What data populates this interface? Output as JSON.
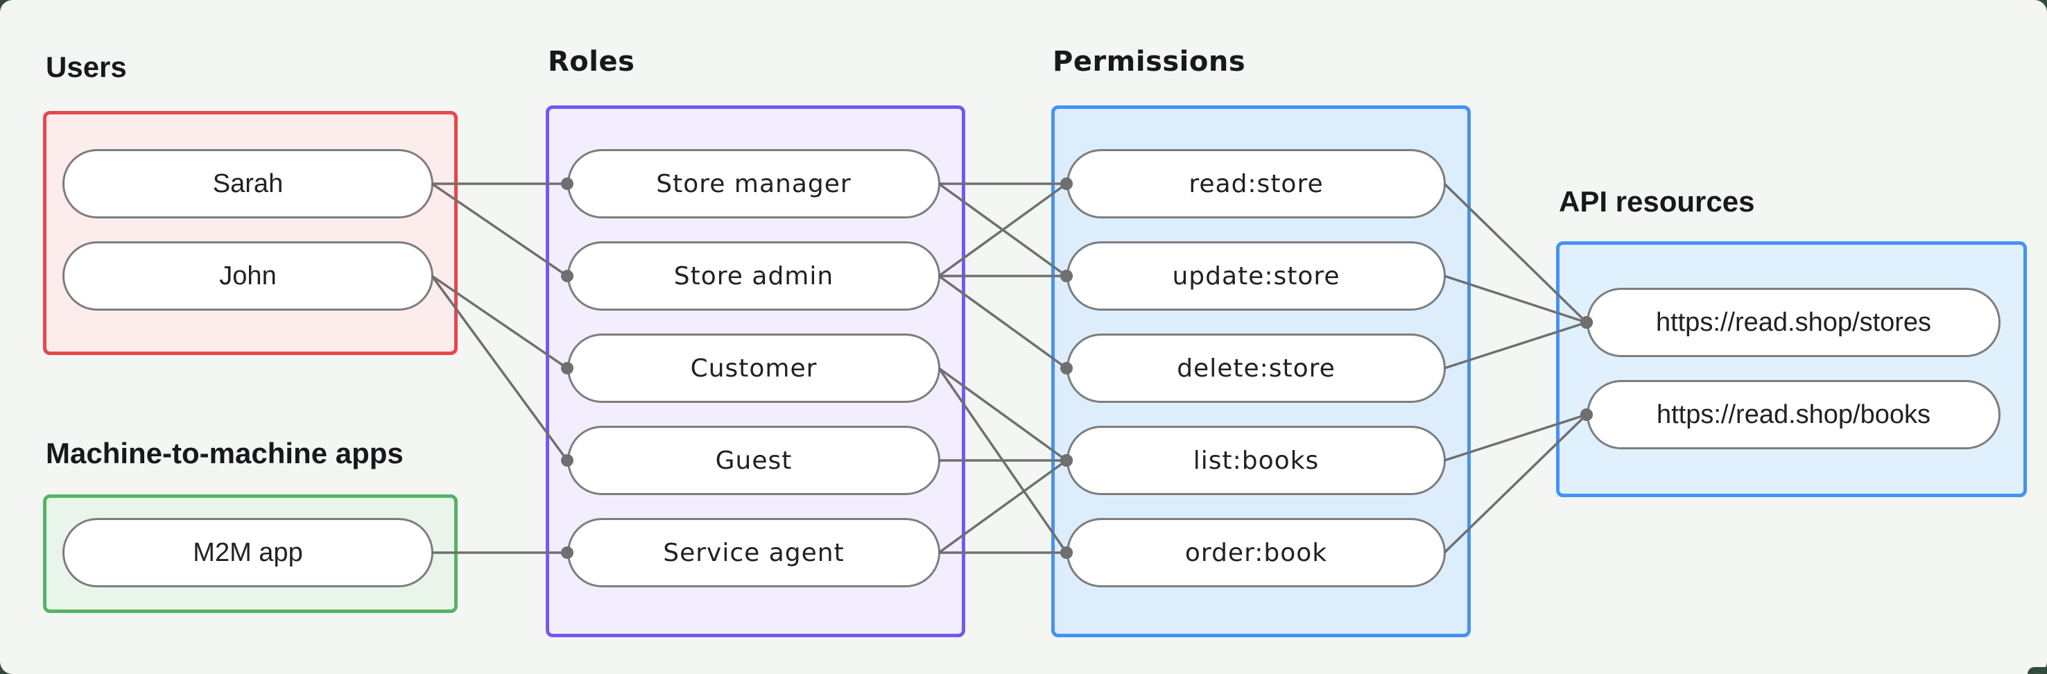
{
  "groups": {
    "users": {
      "title": "Users",
      "items": [
        {
          "id": "sarah",
          "label": "Sarah"
        },
        {
          "id": "john",
          "label": "John"
        }
      ]
    },
    "m2m": {
      "title": "Machine-to-machine apps",
      "items": [
        {
          "id": "m2m-app",
          "label": "M2M app"
        }
      ]
    },
    "roles": {
      "title": "Roles",
      "items": [
        {
          "id": "store-manager",
          "label": "Store manager"
        },
        {
          "id": "store-admin",
          "label": "Store admin"
        },
        {
          "id": "customer",
          "label": "Customer"
        },
        {
          "id": "guest",
          "label": "Guest"
        },
        {
          "id": "service-agent",
          "label": "Service agent"
        }
      ]
    },
    "permissions": {
      "title": "Permissions",
      "items": [
        {
          "id": "read-store",
          "label": "read:store"
        },
        {
          "id": "update-store",
          "label": "update:store"
        },
        {
          "id": "delete-store",
          "label": "delete:store"
        },
        {
          "id": "list-books",
          "label": "list:books"
        },
        {
          "id": "order-book",
          "label": "order:book"
        }
      ]
    },
    "api": {
      "title": "API resources",
      "items": [
        {
          "id": "stores-api",
          "label": "https://read.shop/stores"
        },
        {
          "id": "books-api",
          "label": "https://read.shop/books"
        }
      ]
    }
  },
  "edges": [
    [
      "sarah",
      "store-manager"
    ],
    [
      "sarah",
      "store-admin"
    ],
    [
      "john",
      "customer"
    ],
    [
      "john",
      "guest"
    ],
    [
      "m2m-app",
      "service-agent"
    ],
    [
      "store-manager",
      "read-store"
    ],
    [
      "store-manager",
      "update-store"
    ],
    [
      "store-admin",
      "read-store"
    ],
    [
      "store-admin",
      "update-store"
    ],
    [
      "store-admin",
      "delete-store"
    ],
    [
      "customer",
      "list-books"
    ],
    [
      "customer",
      "order-book"
    ],
    [
      "guest",
      "list-books"
    ],
    [
      "service-agent",
      "list-books"
    ],
    [
      "service-agent",
      "order-book"
    ],
    [
      "read-store",
      "stores-api"
    ],
    [
      "update-store",
      "stores-api"
    ],
    [
      "delete-store",
      "stores-api"
    ],
    [
      "list-books",
      "books-api"
    ],
    [
      "order-book",
      "books-api"
    ]
  ],
  "colors": {
    "background": "#f4f6f4",
    "backdrop": "#33493c",
    "users_border": "#e5484d",
    "users_fill": "#fcedec",
    "m2m_border": "#57b267",
    "m2m_fill": "#e9f5ea",
    "roles_border": "#7557f4",
    "roles_fill": "#f2eefd",
    "permissions_border": "#4492f7",
    "permissions_fill": "#ddedfc",
    "api_border": "#4492f7",
    "api_fill": "#e0f0fd",
    "pill_border": "#7d7d7d",
    "pill_fill": "#ffffff",
    "edge": "#6f6f6f",
    "text": "#202124",
    "title": "#17191c"
  }
}
